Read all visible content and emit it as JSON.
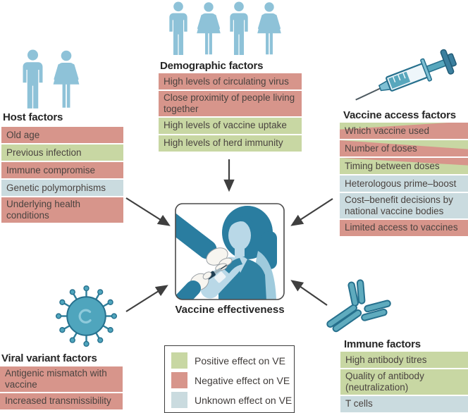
{
  "colors": {
    "positive": "#c8d7a3",
    "negative": "#d7958b",
    "unknown": "#cadbdf",
    "icon_blue": "#8ec2d8",
    "teal": "#4fa5bd",
    "teal_dark": "#26708d",
    "arrow": "#3f3f3f",
    "text": "#4a4340"
  },
  "groups": {
    "demographic": {
      "title": "Demographic factors",
      "icon": "people-group-icon",
      "items": [
        {
          "text": "High levels of circulating virus",
          "effect": "negative"
        },
        {
          "text": "Close proximity of people living together",
          "effect": "negative"
        },
        {
          "text": "High levels of vaccine uptake",
          "effect": "positive"
        },
        {
          "text": "High levels of herd immunity",
          "effect": "positive"
        }
      ]
    },
    "host": {
      "title": "Host factors",
      "icon": "man-woman-icon",
      "items": [
        {
          "text": "Old age",
          "effect": "negative"
        },
        {
          "text": "Previous infection",
          "effect": "positive"
        },
        {
          "text": "Immune compromise",
          "effect": "negative"
        },
        {
          "text": "Genetic polymorphisms",
          "effect": "unknown"
        },
        {
          "text": "Underlying health conditions",
          "effect": "negative"
        }
      ]
    },
    "vaccine_access": {
      "title": "Vaccine access factors",
      "icon": "syringe-icon",
      "items": [
        {
          "text": "Which vaccine used",
          "effect": "mixed_a"
        },
        {
          "text": "Number of doses",
          "effect": "mixed_b"
        },
        {
          "text": "Timing between doses",
          "effect": "mixed_c"
        },
        {
          "text": "Heterologous prime–boost",
          "effect": "unknown"
        },
        {
          "text": "Cost–benefit decisions by national vaccine bodies",
          "effect": "unknown"
        },
        {
          "text": "Limited access to vaccines",
          "effect": "negative"
        }
      ]
    },
    "viral_variant": {
      "title": "Viral variant factors",
      "icon": "virus-icon",
      "items": [
        {
          "text": "Antigenic mismatch with vaccine",
          "effect": "negative"
        },
        {
          "text": "Increased transmissibility",
          "effect": "negative"
        }
      ]
    },
    "immune": {
      "title": "Immune factors",
      "icon": "antibody-icon",
      "items": [
        {
          "text": "High antibody titres",
          "effect": "positive"
        },
        {
          "text": "Quality of antibody (neutralization)",
          "effect": "positive"
        },
        {
          "text": "T cells",
          "effect": "unknown"
        }
      ]
    }
  },
  "center": {
    "label": "Vaccine effectiveness",
    "icon": "vaccination-illustration"
  },
  "legend": {
    "items": [
      {
        "label": "Positive effect on VE",
        "effect": "positive"
      },
      {
        "label": "Negative effect on VE",
        "effect": "negative"
      },
      {
        "label": "Unknown effect on VE",
        "effect": "unknown"
      }
    ]
  }
}
